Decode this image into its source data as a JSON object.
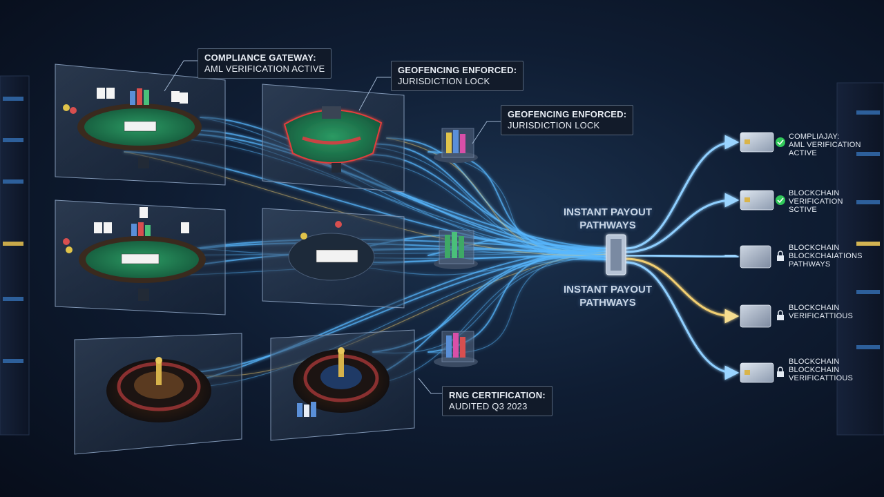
{
  "callouts": {
    "compliance": {
      "line1": "COMPLIANCE GATEWAY:",
      "line2": "AML VERIFICATION ACTIVE"
    },
    "geo1": {
      "line1": "GEOFENCING ENFORCED:",
      "line2": "JURISDICTION LOCK"
    },
    "geo2": {
      "line1": "GEOFENCING ENFORCED:",
      "line2": "JURISDICTION LOCK"
    },
    "rng": {
      "line1": "RNG CERTIFICATION:",
      "line2": "AUDITED Q3 2023"
    }
  },
  "hub": {
    "label_top": {
      "line1": "INSTANT PAYOUT",
      "line2": "PATHWAYS"
    },
    "label_bottom": {
      "line1": "INSTANT PAYOUT",
      "line2": "PATHWAYS"
    }
  },
  "payouts": [
    {
      "icon": "credit-card-icon",
      "status": "check",
      "line1": "COMPLIAJAY:",
      "line2": "AML VERIFICATION",
      "line3": "ACTIVE"
    },
    {
      "icon": "credit-card-icon",
      "status": "check",
      "line1": "BLOCKCHAIN",
      "line2": "VERIFICATION",
      "line3": "SCTIVE"
    },
    {
      "icon": "wallet-icon",
      "status": "lock",
      "line1": "BLOCKCHAIN",
      "line2": "BLOCKCHAIATIONS",
      "line3": "PATHWAYS"
    },
    {
      "icon": "wallet-icon",
      "status": "lock",
      "line1": "BLOCKCHAIN",
      "line2": "VERIFICATTIOUS",
      "line3": ""
    },
    {
      "icon": "credit-card-icon",
      "status": "lock",
      "line1": "BLOCKCHAIN",
      "line2": "BLOCKCHAIN",
      "line3": "VERIFICATTIOUS"
    }
  ],
  "colors": {
    "felt": "#1f7a4e",
    "rail": "#3a2a1e",
    "stream_blue": "#59b8ff",
    "stream_gold": "#f2cf72",
    "check_green": "#31c85a",
    "panel_border": "#7f95b3"
  }
}
